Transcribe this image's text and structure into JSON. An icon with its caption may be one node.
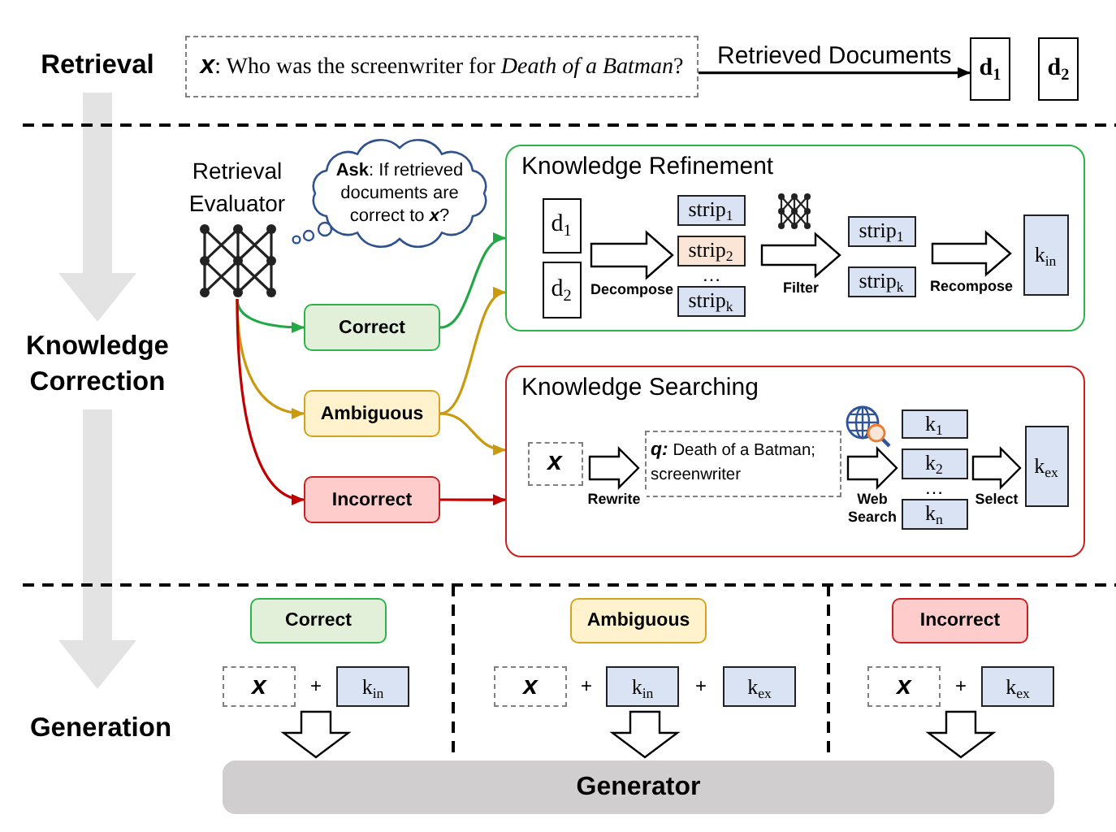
{
  "diagram": {
    "nodes": [
      {
        "text": [
          "Retrieval"
        ]
      },
      {
        "text": [
          "Knowledge Correction"
        ]
      },
      {
        "text": [
          "Generation"
        ]
      },
      {
        "text": [
          "**x**: Who was the screenwriter for *Death of a Batman*?"
        ]
      },
      {
        "text": [
          "d$_{1}$"
        ]
      },
      {
        "text": [
          "d$_{2}$"
        ]
      },
      {
        "text": [
          "Retrieval Evaluator"
        ]
      },
      {
        "text": [
          "**Ask**: If retrieved documents are correct to *x*?"
        ]
      },
      {
        "text": [
          "Correct"
        ]
      },
      {
        "text": [
          "Ambiguous"
        ]
      },
      {
        "text": [
          "Incorrect"
        ]
      },
      {
        "text": [
          "Knowledge Refinement"
        ]
      },
      {
        "text": [
          "d$_{1}$"
        ],
        "in": 11
      },
      {
        "text": [
          "d$_{2}$"
        ],
        "in": 11
      },
      {
        "text": [
          "strip$_{1}$"
        ],
        "in": 11
      },
      {
        "text": [
          "strip$_{2}$"
        ],
        "in": 11
      },
      {
        "text": [
          "strip$_{k}$"
        ],
        "in": 11
      },
      {
        "text": [
          "strip$_{1}$"
        ],
        "in": 11
      },
      {
        "text": [
          "strip$_{k}$"
        ],
        "in": 11
      },
      {
        "text": [
          "k$_{in}$"
        ],
        "in": 11
      },
      {
        "text": [
          "Knowledge Searching"
        ]
      },
      {
        "text": [
          "x"
        ],
        "in": 20
      },
      {
        "text": [
          "**q:** Death of a Batman; screenwriter"
        ],
        "in": 20
      },
      {
        "text": [
          "k$_{1}$"
        ],
        "in": 20
      },
      {
        "text": [
          "k$_{2}$"
        ],
        "in": 20
      },
      {
        "text": [
          "k$_{n}$"
        ],
        "in": 20
      },
      {
        "text": [
          "k$_{ex}$"
        ],
        "in": 20
      },
      {
        "text": [
          "Correct"
        ]
      },
      {
        "text": [
          "Ambiguous"
        ]
      },
      {
        "text": [
          "Incorrect"
        ]
      },
      {
        "text": [
          "x"
        ]
      },
      {
        "text": [
          "k$_{in}$"
        ]
      },
      {
        "text": [
          "x"
        ]
      },
      {
        "text": [
          "k$_{in}$"
        ]
      },
      {
        "text": [
          "k$_{ex}$"
        ]
      },
      {
        "text": [
          "x"
        ]
      },
      {
        "text": [
          "k$_{ex}$"
        ]
      },
      {
        "text": [
          "Generator"
        ]
      }
    ],
    "edges": [
      {
        "from": 0,
        "to": 1,
        "arrow": "to",
        "style": "thick",
        "color": "#e3e3e3"
      },
      {
        "from": 1,
        "to": 2,
        "arrow": "to",
        "style": "thick",
        "color": "#e3e3e3"
      },
      {
        "from": 3,
        "to": 4,
        "arrow": "to",
        "label": "Retrieved Documents",
        "color": "#000000"
      },
      {
        "from": 6,
        "to": 8,
        "arrow": "to",
        "color": "#22a845"
      },
      {
        "from": 6,
        "to": 9,
        "arrow": "to",
        "color": "#c99a0e"
      },
      {
        "from": 6,
        "to": 10,
        "arrow": "to",
        "color": "#c00000"
      },
      {
        "from": 8,
        "to": 11,
        "arrow": "to",
        "color": "#22a845"
      },
      {
        "from": 9,
        "to": 11,
        "arrow": "to",
        "color": "#c99a0e"
      },
      {
        "from": 9,
        "to": 20,
        "arrow": "to",
        "color": "#c99a0e"
      },
      {
        "from": 10,
        "to": 20,
        "arrow": "to",
        "color": "#c00000"
      },
      {
        "from": 12,
        "to": 14,
        "arrow": "to",
        "style": "thick",
        "label": "Decompose"
      },
      {
        "from": 12,
        "to": 15,
        "arrow": "to",
        "style": "thick"
      },
      {
        "from": 12,
        "to": 16,
        "arrow": "to",
        "style": "thick"
      },
      {
        "from": 13,
        "to": 14,
        "arrow": "to",
        "style": "thick"
      },
      {
        "from": 13,
        "to": 15,
        "arrow": "to",
        "style": "thick"
      },
      {
        "from": 13,
        "to": 16,
        "arrow": "to",
        "style": "thick"
      },
      {
        "from": 14,
        "to": 17,
        "arrow": "to",
        "style": "thick",
        "label": "Filter"
      },
      {
        "from": 14,
        "to": 18,
        "arrow": "to",
        "style": "thick"
      },
      {
        "from": 15,
        "to": 17,
        "arrow": "to",
        "style": "thick"
      },
      {
        "from": 15,
        "to": 18,
        "arrow": "to",
        "style": "thick"
      },
      {
        "from": 16,
        "to": 17,
        "arrow": "to",
        "style": "thick"
      },
      {
        "from": 16,
        "to": 18,
        "arrow": "to",
        "style": "thick"
      },
      {
        "from": 17,
        "to": 19,
        "arrow": "to",
        "style": "thick",
        "label": "Recompose"
      },
      {
        "from": 18,
        "to": 19,
        "arrow": "to",
        "style": "thick"
      },
      {
        "from": 21,
        "to": 22,
        "arrow": "to",
        "style": "thick",
        "label": "Rewrite"
      },
      {
        "from": 22,
        "to": 23,
        "arrow": "to",
        "style": "thick",
        "label": "Web Search"
      },
      {
        "from": 22,
        "to": 24,
        "arrow": "to",
        "style": "thick"
      },
      {
        "from": 22,
        "to": 25,
        "arrow": "to",
        "style": "thick"
      },
      {
        "from": 23,
        "to": 26,
        "arrow": "to",
        "style": "thick",
        "label": "Select"
      },
      {
        "from": 24,
        "to": 26,
        "arrow": "to",
        "style": "thick"
      },
      {
        "from": 25,
        "to": 26,
        "arrow": "to",
        "style": "thick"
      },
      {
        "from": 30,
        "to": 37,
        "arrow": "to",
        "style": "thick"
      },
      {
        "from": 31,
        "to": 37,
        "arrow": "to",
        "style": "thick"
      },
      {
        "from": 32,
        "to": 37,
        "arrow": "to",
        "style": "thick"
      },
      {
        "from": 33,
        "to": 37,
        "arrow": "to",
        "style": "thick"
      },
      {
        "from": 34,
        "to": 37,
        "arrow": "to",
        "style": "thick"
      },
      {
        "from": 35,
        "to": 37,
        "arrow": "to",
        "style": "thick"
      },
      {
        "from": 36,
        "to": 37,
        "arrow": "to",
        "style": "thick"
      }
    ],
    "labels": [
      "…",
      "…",
      "+",
      "+",
      "+",
      "+"
    ]
  }
}
